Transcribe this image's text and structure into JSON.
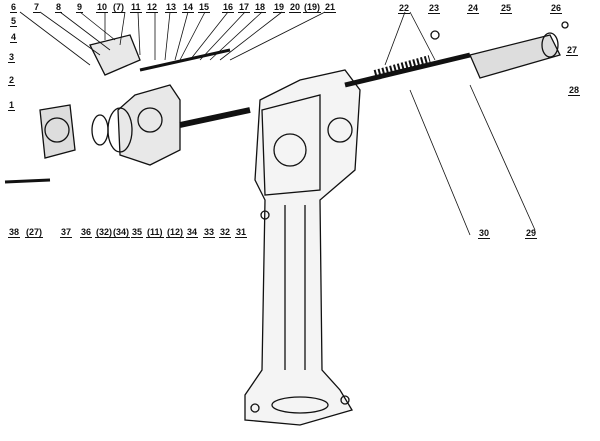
{
  "diagram": {
    "title": "Exploded view of steering column / gearbox assembly",
    "labels_top": [
      "6",
      "7",
      "8",
      "9",
      "10",
      "(7)",
      "11",
      "12",
      "13",
      "14",
      "15",
      "16",
      "17",
      "18",
      "19",
      "20",
      "(19)",
      "21"
    ],
    "labels_left": [
      "5",
      "4",
      "3",
      "2",
      "1"
    ],
    "labels_right": [
      "22",
      "23",
      "24",
      "25",
      "26",
      "27",
      "28",
      "30",
      "29"
    ],
    "labels_bottom": [
      "38",
      "(27)",
      "37",
      "36",
      "(32)",
      "(34)",
      "35",
      "(11)",
      "(12)",
      "34",
      "33",
      "32",
      "31"
    ]
  }
}
